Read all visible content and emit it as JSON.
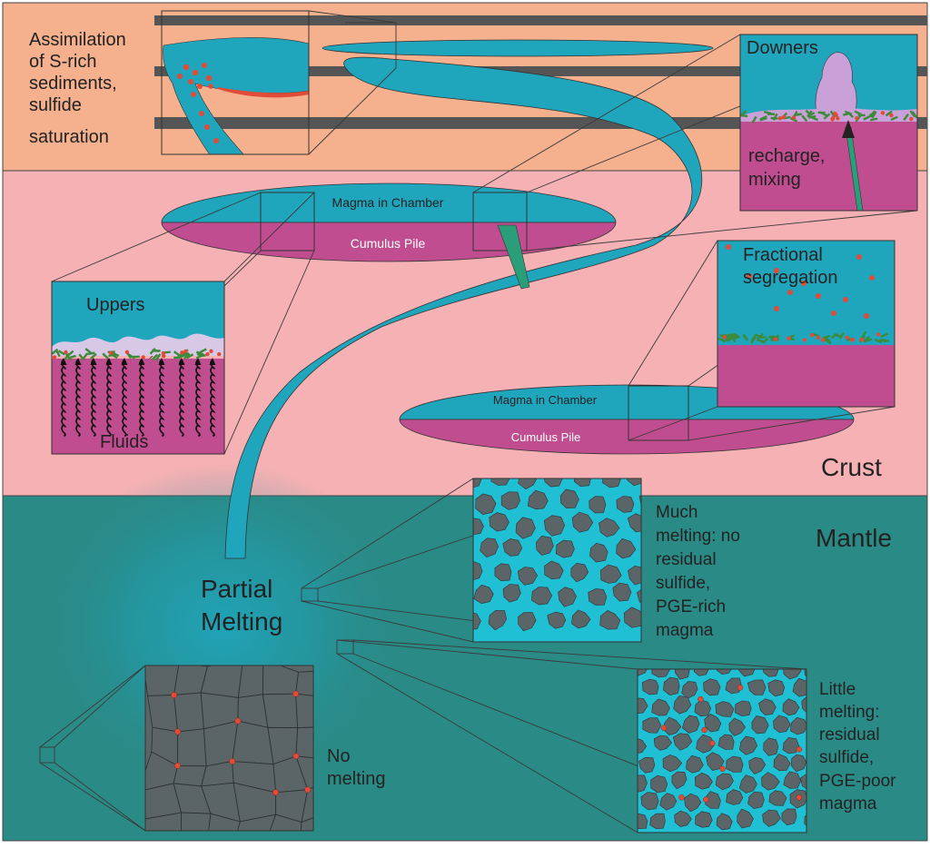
{
  "zones": {
    "crust": "Crust",
    "mantle": "Mantle"
  },
  "labels": {
    "assimilation": [
      "Assimilation",
      "of S-rich",
      "sediments,",
      "sulfide",
      "saturation"
    ],
    "downers": "Downers",
    "recharge": [
      "recharge,",
      "mixing"
    ],
    "chamber_upper": {
      "magma": "Magma in Chamber",
      "cumulus": "Cumulus Pile"
    },
    "chamber_lower": {
      "magma": "Magma in Chamber",
      "cumulus": "Cumulus Pile"
    },
    "uppers": "Uppers",
    "fluids": "Fluids",
    "fractional": [
      "Fractional",
      "segregation"
    ],
    "partial_melting": [
      "Partial",
      "Melting"
    ],
    "much_melting": [
      "Much",
      "melting: no",
      "residual",
      "sulfide,",
      "PGE-rich",
      "magma"
    ],
    "little_melting": [
      "Little",
      "melting:",
      "residual",
      "sulfide,",
      "PGE-poor",
      "magma"
    ],
    "no_melting": [
      "No",
      "melting"
    ]
  },
  "colors": {
    "sediment_layer": "#f5b08e",
    "crust": "#f6b1b5",
    "mantle": "#2a8a86",
    "magma": "#1fa6bd",
    "cumulus": "#c04d8f",
    "rock_grain": "#5b6466",
    "sulfide": "#e14b38",
    "strata": "#555555",
    "recharge_conduit": "#2a9e78"
  }
}
